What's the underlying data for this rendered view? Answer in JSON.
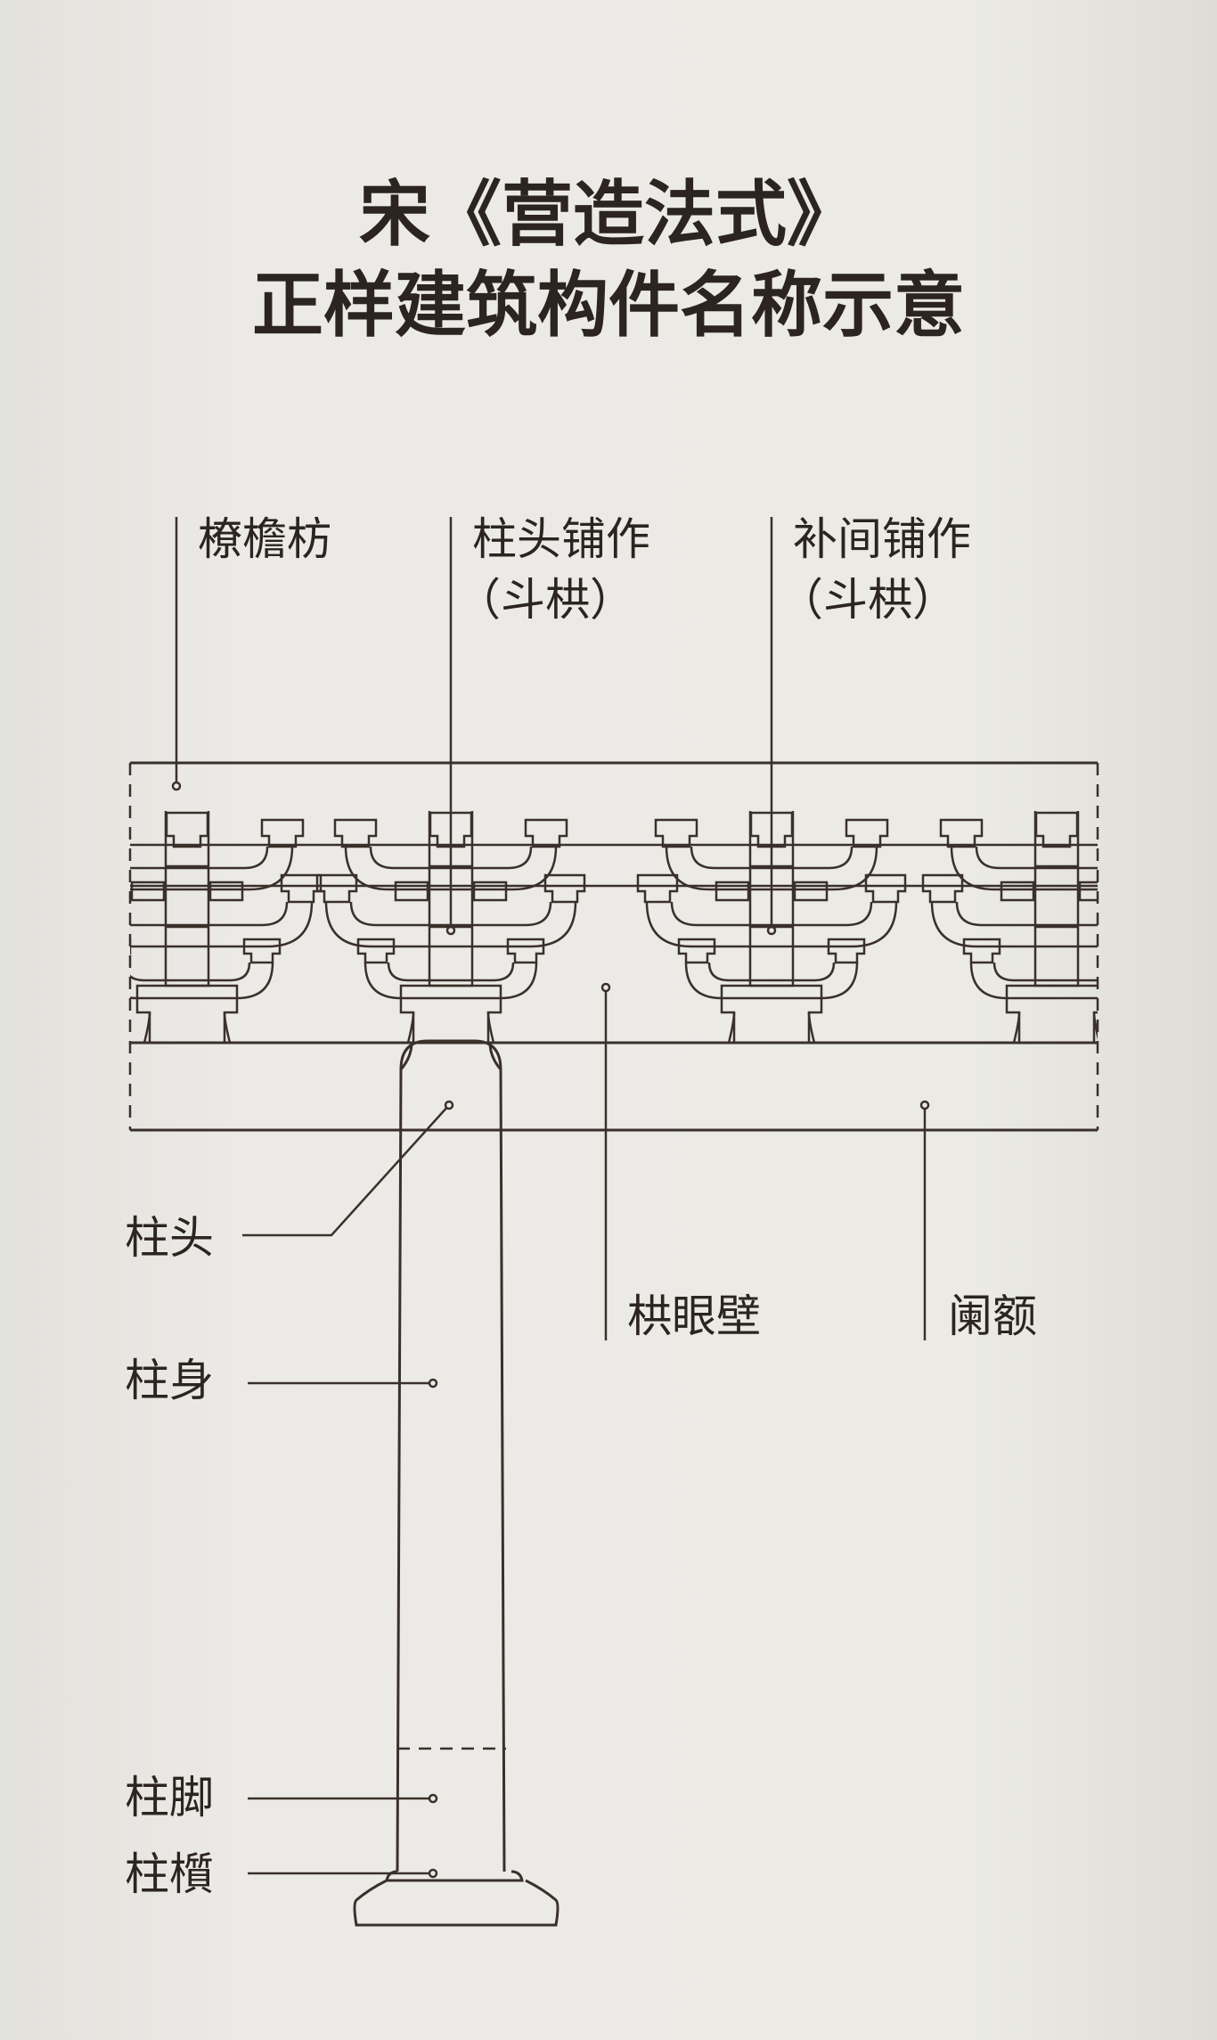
{
  "title": {
    "line1": "宋《营造法式》",
    "line2": "正样建筑构件名称示意"
  },
  "labels": {
    "liao_yan_fang": "橑檐枋",
    "zhu_tou_pu_zuo": "柱头铺作",
    "zhu_tou_pu_zuo_sub": "（斗栱）",
    "bu_jian_pu_zuo": "补间铺作",
    "bu_jian_pu_zuo_sub": "（斗栱）",
    "zhu_tou": "柱头",
    "gong_yan_bi": "栱眼壁",
    "lan_e": "阑额",
    "zhu_shen": "柱身",
    "zhu_jiao": "柱脚",
    "zhu_zhi": "柱櫍"
  },
  "colors": {
    "background": "#e9e8e3",
    "ink": "#2b2420"
  }
}
